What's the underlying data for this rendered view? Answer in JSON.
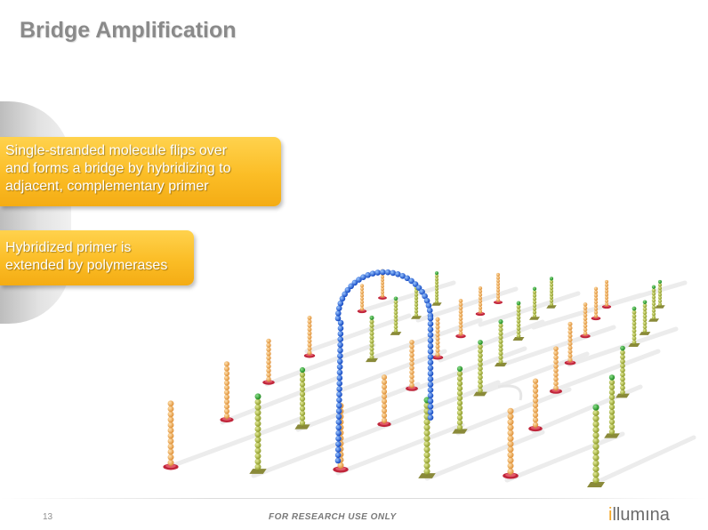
{
  "title": "Bridge Amplification",
  "callouts": [
    {
      "lines": [
        "Single-stranded molecule flips over",
        "and forms a bridge by  hybridizing to",
        "adjacent, complementary primer"
      ]
    },
    {
      "lines": [
        "Hybridized primer is",
        "extended by polymerases"
      ]
    }
  ],
  "footer": {
    "page_number": "13",
    "text": "FOR RESEARCH USE ONLY",
    "logo": "illumina"
  },
  "colors": {
    "callout": "#fbbd26",
    "title": "#8a8a8a",
    "orange_strand": "#f0a64a",
    "green_strand": "#a8b43c",
    "bridge_strand": "#1f5fd6",
    "red_base": "#c0253a",
    "olive_base": "#8a8a3a",
    "logo_accent": "#f5a623"
  }
}
